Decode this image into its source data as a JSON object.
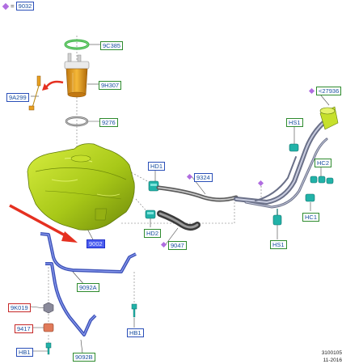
{
  "legend": {
    "equals": "=",
    "code": "9032"
  },
  "labels": {
    "p9C385": "9C385",
    "p9H307": "9H307",
    "p9A299": "9A299",
    "p9276": "9276",
    "p27936": "<27936",
    "pHS1_top": "HS1",
    "pHD1": "HD1",
    "p9324": "9324",
    "pHC2": "HC2",
    "pHC1": "HC1",
    "pHD2": "HD2",
    "p9047": "9047",
    "pHS1_bottom": "HS1",
    "p9002": "9002",
    "p9092A": "9092A",
    "p9K019": "9K019",
    "p9417": "9417",
    "pHB1_left": "HB1",
    "pHB1_mid": "HB1",
    "p9092B": "9092B"
  },
  "footer": {
    "code_line1": "3100105",
    "code_line2": "11-2016"
  },
  "colors": {
    "tank": "#b8d81e",
    "pump": "#e8a020",
    "strap": "#5a6fd0",
    "hose": "#8a8a8a",
    "filler": "#9aa0b8",
    "clip": "#22b2a8",
    "arrow": "#e53020",
    "diamond": "#b06de0"
  }
}
